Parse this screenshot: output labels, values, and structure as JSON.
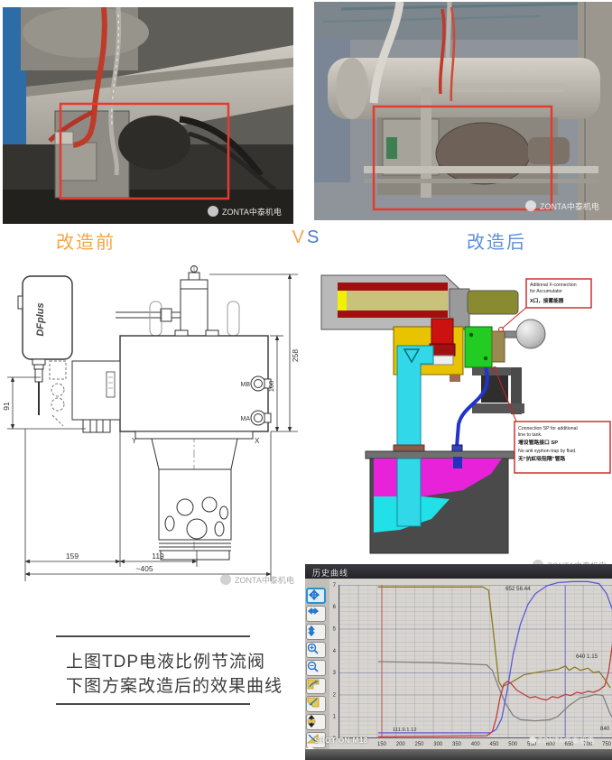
{
  "article": {
    "before_label": "改造前",
    "vs_v": "V",
    "vs_s": "S",
    "after_label": "改造后",
    "caption_line1": "上图TDP电液比例节流阀",
    "caption_line2": "下图方案改造后的效果曲线",
    "watermark": "ZONTA中泰机电"
  },
  "colors": {
    "before_label": "#F6A543",
    "after_label": "#5B8FD8",
    "vs_v": "#F6A543",
    "vs_s": "#4A7CC8",
    "highlight_box": "#E23B30",
    "callout_border": "#CC2222"
  },
  "valve_drawing": {
    "brand": "DFplus",
    "dim_91": "91",
    "dim_258": "258",
    "dim_160": "160",
    "dim_159": "159",
    "dim_119": "119",
    "dim_405": "~405",
    "port_mb": "MB",
    "port_ma": "MA",
    "port_y": "Y",
    "port_x": "X"
  },
  "cad_diagram": {
    "callout_x_line1": "Aditional X-connection",
    "callout_x_line2": "for Accumulator",
    "callout_x_line3": "X口，接蓄能器",
    "callout_sp_line1": "Connection SP for additional",
    "callout_sp_line2": "line to tank.",
    "callout_sp_line3": "增设管路接口 SP",
    "callout_sp_line4": "No anti syphon-trap by fluid.",
    "callout_sp_line5": "无“抗虹吸阻隔”管路"
  },
  "screen": {
    "title": "历史曲线",
    "toolbar_icons": [
      "pan",
      "scroll-horizontal",
      "scroll-vertical",
      "zoom-in",
      "zoom-out",
      "curve-prev",
      "curve-next",
      "scale-vertical",
      "corner"
    ],
    "shot_watermark": "SHOT ON M18",
    "readout_cursor": "652 56.44",
    "readout_right": "640 1.15",
    "readout_edge": "840",
    "readout_baseline": "111.9.1.12"
  },
  "chart_data": {
    "type": "line",
    "title": "历史曲线",
    "xlabel": "",
    "ylabel": "",
    "xlim": [
      100,
      790
    ],
    "ylim": [
      0,
      7.4
    ],
    "grid": true,
    "legend": "none",
    "x_ticks": [
      150,
      200,
      250,
      300,
      350,
      400,
      450,
      500,
      550,
      600,
      650,
      700,
      750
    ],
    "x_tick_labels": [
      "150",
      "200",
      "250",
      "300",
      "350",
      "400",
      "450",
      "500",
      "550",
      "600",
      "650",
      "700",
      "750"
    ],
    "y_ticks": [
      0,
      1,
      2,
      3,
      4,
      5,
      6,
      7
    ],
    "y_tick_labels": [
      "0",
      "1",
      "2",
      "3",
      "4",
      "5",
      "6",
      "7"
    ],
    "cursors": [
      {
        "x": 150,
        "color": "#c05050"
      },
      {
        "x": 640,
        "color": "#8080d0"
      }
    ],
    "series": [
      {
        "name": "olive-curve",
        "color": "#8a7a1e",
        "points": [
          [
            140,
            6.9
          ],
          [
            300,
            6.9
          ],
          [
            420,
            6.9
          ],
          [
            435,
            6.75
          ],
          [
            450,
            4.5
          ],
          [
            462,
            2.6
          ],
          [
            470,
            2.35
          ],
          [
            490,
            2.5
          ],
          [
            510,
            2.7
          ],
          [
            530,
            2.9
          ],
          [
            560,
            3.0
          ],
          [
            580,
            3.05
          ],
          [
            600,
            3.1
          ],
          [
            620,
            3.15
          ],
          [
            640,
            3.3
          ],
          [
            650,
            3.1
          ],
          [
            665,
            3.25
          ],
          [
            680,
            3.1
          ],
          [
            700,
            3.2
          ],
          [
            715,
            3.0
          ],
          [
            730,
            3.05
          ],
          [
            745,
            2.7
          ],
          [
            760,
            2.3
          ]
        ]
      },
      {
        "name": "gray-curve",
        "color": "#80807e",
        "points": [
          [
            140,
            3.5
          ],
          [
            300,
            3.45
          ],
          [
            430,
            3.35
          ],
          [
            445,
            3.1
          ],
          [
            460,
            2.4
          ],
          [
            480,
            1.6
          ],
          [
            500,
            1.05
          ],
          [
            520,
            0.85
          ],
          [
            560,
            0.8
          ],
          [
            600,
            0.85
          ],
          [
            620,
            1.0
          ],
          [
            650,
            1.5
          ],
          [
            680,
            1.85
          ],
          [
            700,
            1.9
          ],
          [
            720,
            2.0
          ],
          [
            740,
            1.95
          ],
          [
            760,
            1.1
          ],
          [
            770,
            0.85
          ]
        ]
      },
      {
        "name": "blue-curve",
        "color": "#5a5ad8",
        "points": [
          [
            140,
            0.25
          ],
          [
            440,
            0.25
          ],
          [
            455,
            0.4
          ],
          [
            470,
            0.9
          ],
          [
            485,
            2.2
          ],
          [
            500,
            3.8
          ],
          [
            520,
            5.2
          ],
          [
            540,
            6.1
          ],
          [
            560,
            6.6
          ],
          [
            590,
            6.95
          ],
          [
            620,
            7.1
          ],
          [
            660,
            7.15
          ],
          [
            700,
            7.15
          ],
          [
            730,
            7.05
          ],
          [
            750,
            6.6
          ],
          [
            765,
            5.9
          ],
          [
            778,
            4.9
          ]
        ]
      },
      {
        "name": "red-curve",
        "color": "#c23b3b",
        "points": [
          [
            140,
            0.08
          ],
          [
            430,
            0.12
          ],
          [
            445,
            0.3
          ],
          [
            455,
            0.9
          ],
          [
            465,
            1.8
          ],
          [
            475,
            2.45
          ],
          [
            485,
            2.6
          ],
          [
            495,
            2.5
          ],
          [
            510,
            2.2
          ],
          [
            530,
            2.0
          ],
          [
            545,
            1.85
          ],
          [
            560,
            1.9
          ],
          [
            575,
            1.8
          ],
          [
            590,
            1.75
          ],
          [
            605,
            1.9
          ],
          [
            620,
            1.85
          ],
          [
            640,
            2.0
          ],
          [
            655,
            1.95
          ],
          [
            670,
            2.1
          ],
          [
            685,
            2.05
          ],
          [
            700,
            2.15
          ],
          [
            715,
            2.1
          ],
          [
            730,
            2.2
          ],
          [
            745,
            2.4
          ],
          [
            755,
            3.0
          ],
          [
            765,
            4.2
          ],
          [
            775,
            5.5
          ]
        ]
      }
    ]
  }
}
